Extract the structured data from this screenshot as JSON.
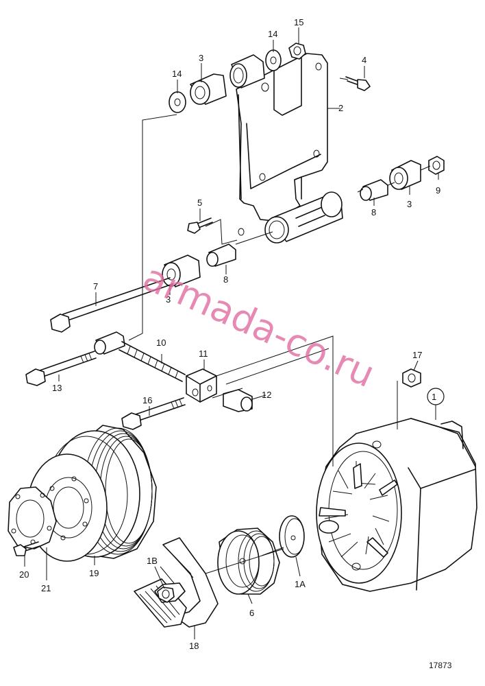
{
  "callouts": {
    "c1": "1",
    "c1a": "1A",
    "c1b": "1B",
    "c2": "2",
    "c3a": "3",
    "c3b": "3",
    "c3c": "3",
    "c4": "4",
    "c5": "5",
    "c6": "6",
    "c7": "7",
    "c8a": "8",
    "c8b": "8",
    "c9": "9",
    "c10": "10",
    "c11": "11",
    "c12": "12",
    "c13": "13",
    "c14a": "14",
    "c14b": "14",
    "c15": "15",
    "c16": "16",
    "c17": "17",
    "c18": "18",
    "c19": "19",
    "c20": "20",
    "c21": "21"
  },
  "figure_number": "17873",
  "watermark": "armada-co.ru",
  "colors": {
    "line": "#111111",
    "watermark": "#e06aa0",
    "background": "#ffffff"
  }
}
